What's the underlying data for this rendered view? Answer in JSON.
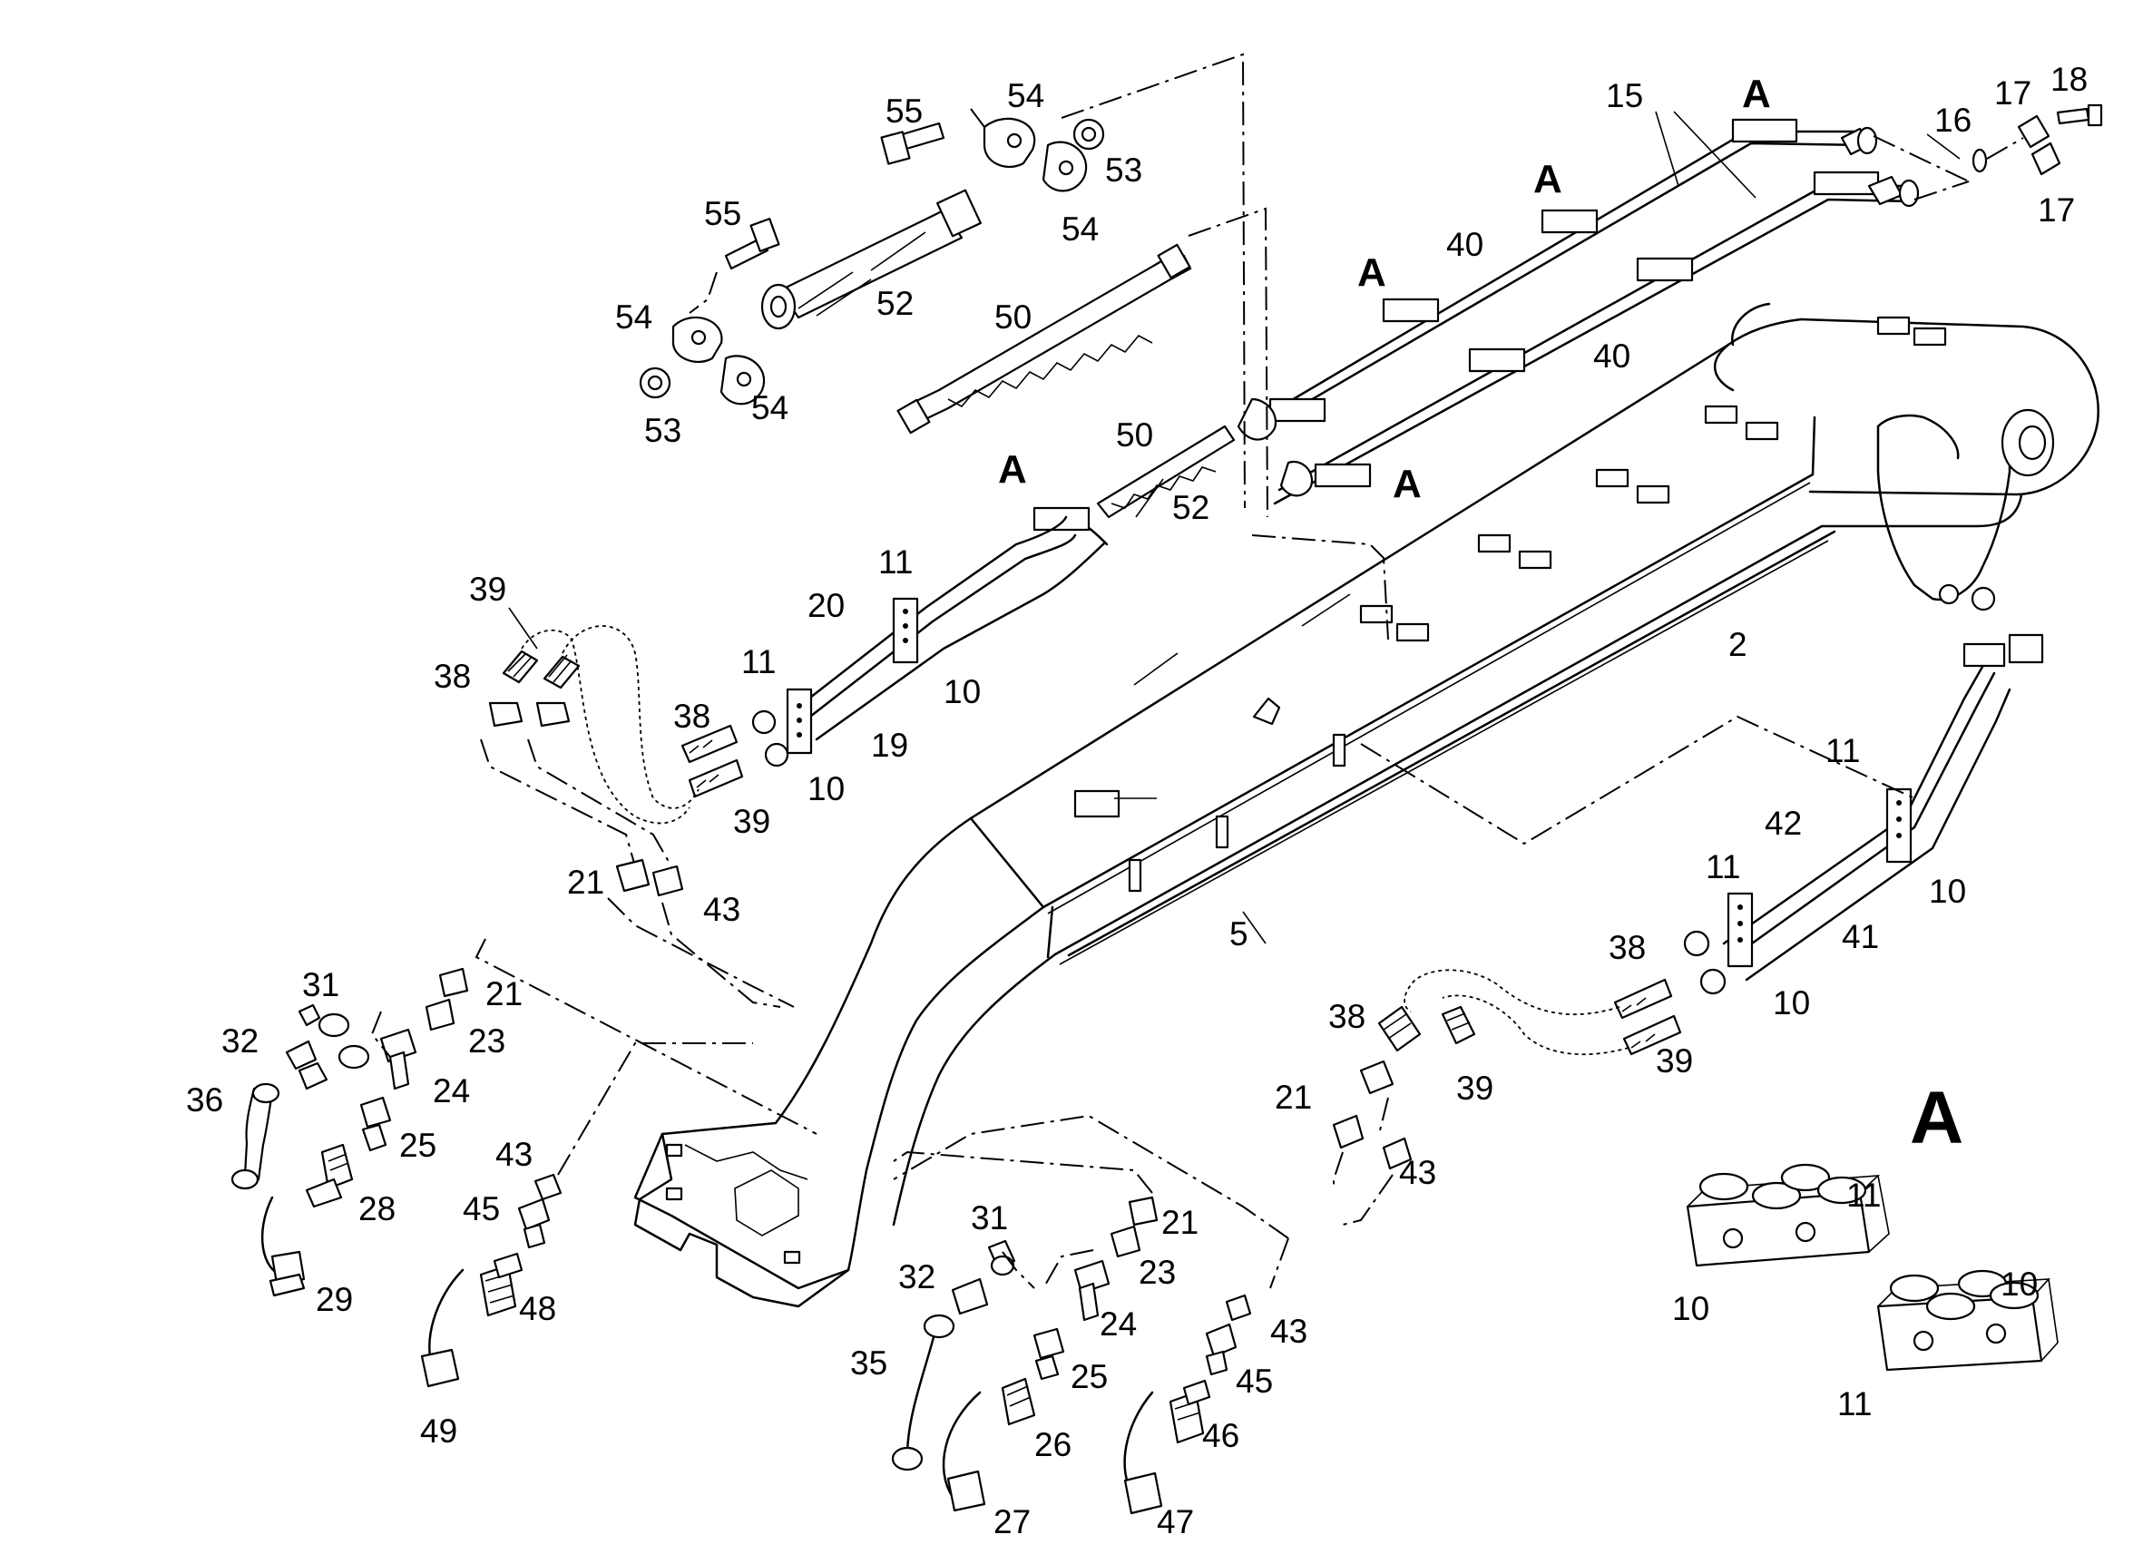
{
  "callouts": [
    {
      "id": "c55a",
      "text": "55"
    },
    {
      "id": "c54a",
      "text": "54"
    },
    {
      "id": "c53a",
      "text": "53"
    },
    {
      "id": "c54b",
      "text": "54"
    },
    {
      "id": "c55b",
      "text": "55"
    },
    {
      "id": "c52a",
      "text": "52"
    },
    {
      "id": "c54c",
      "text": "54"
    },
    {
      "id": "c53b",
      "text": "53"
    },
    {
      "id": "c54d",
      "text": "54"
    },
    {
      "id": "c50a",
      "text": "50"
    },
    {
      "id": "c50b",
      "text": "50"
    },
    {
      "id": "c52b",
      "text": "52"
    },
    {
      "id": "c15",
      "text": "15"
    },
    {
      "id": "c40a",
      "text": "40"
    },
    {
      "id": "c40b",
      "text": "40"
    },
    {
      "id": "c16",
      "text": "16"
    },
    {
      "id": "c17a",
      "text": "17"
    },
    {
      "id": "c18",
      "text": "18"
    },
    {
      "id": "c17b",
      "text": "17"
    },
    {
      "id": "c39a",
      "text": "39"
    },
    {
      "id": "c38a",
      "text": "38"
    },
    {
      "id": "c20",
      "text": "20"
    },
    {
      "id": "c11a",
      "text": "11"
    },
    {
      "id": "c11b",
      "text": "11"
    },
    {
      "id": "c10a",
      "text": "10"
    },
    {
      "id": "c19",
      "text": "19"
    },
    {
      "id": "c38b",
      "text": "38"
    },
    {
      "id": "c10b",
      "text": "10"
    },
    {
      "id": "c39b",
      "text": "39"
    },
    {
      "id": "c2",
      "text": "2"
    },
    {
      "id": "c5",
      "text": "5"
    },
    {
      "id": "c21a",
      "text": "21"
    },
    {
      "id": "c43a",
      "text": "43"
    },
    {
      "id": "c31a",
      "text": "31"
    },
    {
      "id": "c21b",
      "text": "21"
    },
    {
      "id": "c32a",
      "text": "32"
    },
    {
      "id": "c23a",
      "text": "23"
    },
    {
      "id": "c36",
      "text": "36"
    },
    {
      "id": "c24a",
      "text": "24"
    },
    {
      "id": "c25a",
      "text": "25"
    },
    {
      "id": "c28",
      "text": "28"
    },
    {
      "id": "c29",
      "text": "29"
    },
    {
      "id": "c43b",
      "text": "43"
    },
    {
      "id": "c45a",
      "text": "45"
    },
    {
      "id": "c48",
      "text": "48"
    },
    {
      "id": "c49",
      "text": "49"
    },
    {
      "id": "c31b",
      "text": "31"
    },
    {
      "id": "c21c",
      "text": "21"
    },
    {
      "id": "c32b",
      "text": "32"
    },
    {
      "id": "c23b",
      "text": "23"
    },
    {
      "id": "c35",
      "text": "35"
    },
    {
      "id": "c24b",
      "text": "24"
    },
    {
      "id": "c25b",
      "text": "25"
    },
    {
      "id": "c26",
      "text": "26"
    },
    {
      "id": "c27",
      "text": "27"
    },
    {
      "id": "c43c",
      "text": "43"
    },
    {
      "id": "c45b",
      "text": "45"
    },
    {
      "id": "c46",
      "text": "46"
    },
    {
      "id": "c47",
      "text": "47"
    },
    {
      "id": "c11c",
      "text": "11"
    },
    {
      "id": "c42",
      "text": "42"
    },
    {
      "id": "c11d",
      "text": "11"
    },
    {
      "id": "c10c",
      "text": "10"
    },
    {
      "id": "c41",
      "text": "41"
    },
    {
      "id": "c38c",
      "text": "38"
    },
    {
      "id": "c10d",
      "text": "10"
    },
    {
      "id": "c39c",
      "text": "39"
    },
    {
      "id": "c38d",
      "text": "38"
    },
    {
      "id": "c21d",
      "text": "21"
    },
    {
      "id": "c39d",
      "text": "39"
    },
    {
      "id": "c43d",
      "text": "43"
    },
    {
      "id": "c11e",
      "text": "11"
    },
    {
      "id": "c10e",
      "text": "10"
    },
    {
      "id": "c10f",
      "text": "10"
    },
    {
      "id": "c11f",
      "text": "11"
    }
  ],
  "section_markers": [
    {
      "id": "a1",
      "text": "A"
    },
    {
      "id": "a2",
      "text": "A"
    },
    {
      "id": "a3",
      "text": "A"
    },
    {
      "id": "a4",
      "text": "A"
    },
    {
      "id": "a5",
      "text": "A"
    }
  ],
  "detail_view": {
    "title": "A"
  }
}
